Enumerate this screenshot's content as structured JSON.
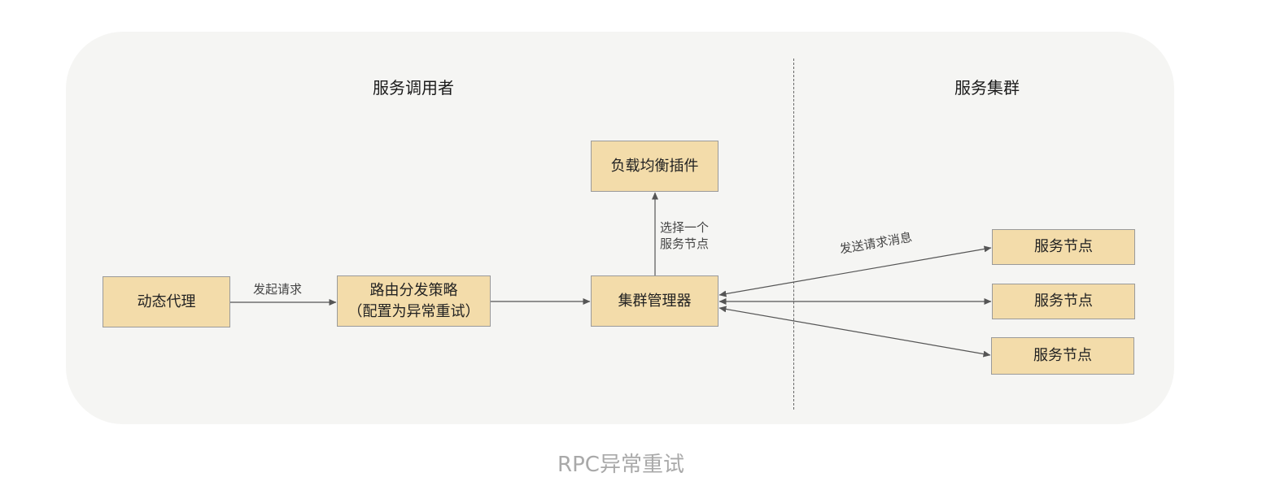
{
  "sections": {
    "caller_title": "服务调用者",
    "cluster_title": "服务集群"
  },
  "nodes": {
    "dynamic_proxy": "动态代理",
    "routing_strategy_line1": "路由分发策略",
    "routing_strategy_line2": "（配置为异常重试）",
    "load_balancer_plugin": "负载均衡插件",
    "cluster_manager": "集群管理器",
    "service_node_1": "服务节点",
    "service_node_2": "服务节点",
    "service_node_3": "服务节点"
  },
  "edges": {
    "initiate_request": "发起请求",
    "select_node_line1": "选择一个",
    "select_node_line2": "服务节点",
    "send_request_message": "发送请求消息"
  },
  "caption": "RPC异常重试",
  "colors": {
    "panel_bg": "#f5f5f3",
    "box_fill": "#f3dcaa",
    "box_border": "#9a9a9a",
    "edge": "#555555",
    "caption": "#a9a9a9"
  }
}
